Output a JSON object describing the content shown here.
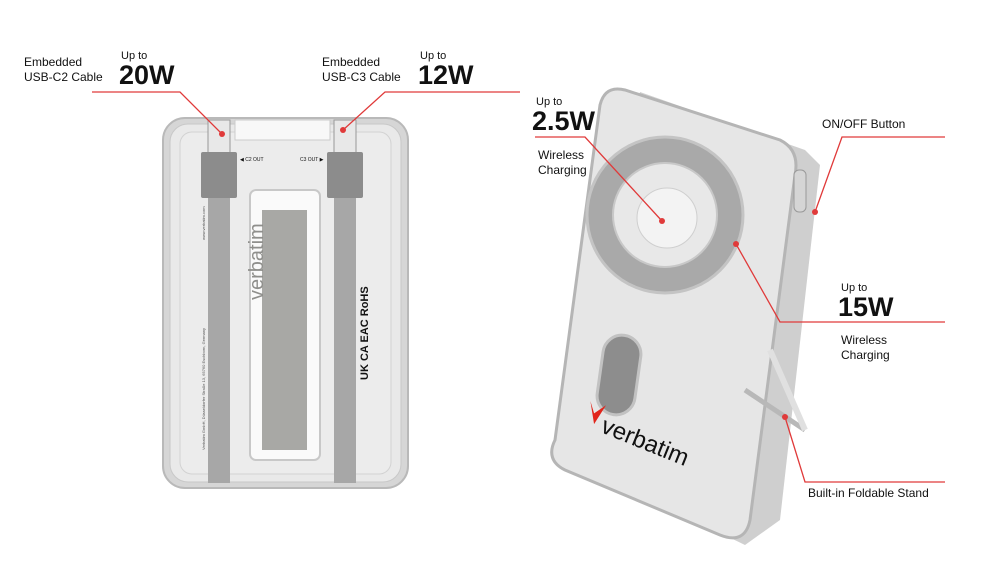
{
  "callouts": {
    "c2_cable": {
      "label_line1": "Embedded",
      "label_line2": "USB-C2 Cable",
      "prefix": "Up to",
      "value": "20W"
    },
    "c3_cable": {
      "label_line1": "Embedded",
      "label_line2": "USB-C3 Cable",
      "prefix": "Up to",
      "value": "12W"
    },
    "wireless_small": {
      "prefix": "Up to",
      "value": "2.5W",
      "label_line1": "Wireless",
      "label_line2": "Charging"
    },
    "power_button": {
      "label": "ON/OFF Button"
    },
    "wireless_main": {
      "prefix": "Up to",
      "value": "15W",
      "label_line1": "Wireless",
      "label_line2": "Charging"
    },
    "stand": {
      "label": "Built-in Foldable Stand"
    }
  },
  "device_back": {
    "port_c2": "◀ C2 OUT",
    "port_c3": "C3 OUT ▶",
    "brand": "verbatim",
    "website": "www.verbatim.com",
    "address": "Verbatim GmbH, Düsseldorfer Straße 13, 65760 Eschborn, Germany",
    "certs": "UK CA  EAC  RoHS"
  },
  "device_front": {
    "brand": "verbatim"
  },
  "colors": {
    "accent": "#e03a3a",
    "brand_red": "#e1251b",
    "device": "#e4e4e4",
    "ring": "#a9a9a9"
  }
}
